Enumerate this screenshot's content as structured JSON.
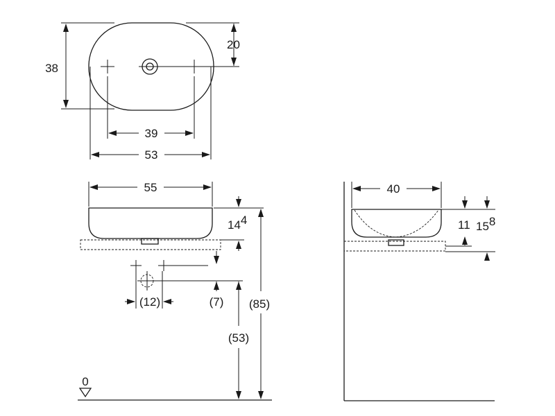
{
  "top_view": {
    "dim_height": "38",
    "dim_center_offset": "20",
    "dim_tap_spacing": "39",
    "dim_width": "53"
  },
  "front_view": {
    "dim_length": "55",
    "dim_height_main": "14",
    "dim_height_sup": "4",
    "dim_tap_spacing": "(12)",
    "dim_tap_height": "(7)",
    "dim_counter_height": "(53)",
    "dim_total_height": "(85)",
    "floor_level": "0"
  },
  "side_view": {
    "dim_depth": "40",
    "dim_inner_height": "11",
    "dim_outer_height_main": "15",
    "dim_outer_height_sup": "8"
  }
}
